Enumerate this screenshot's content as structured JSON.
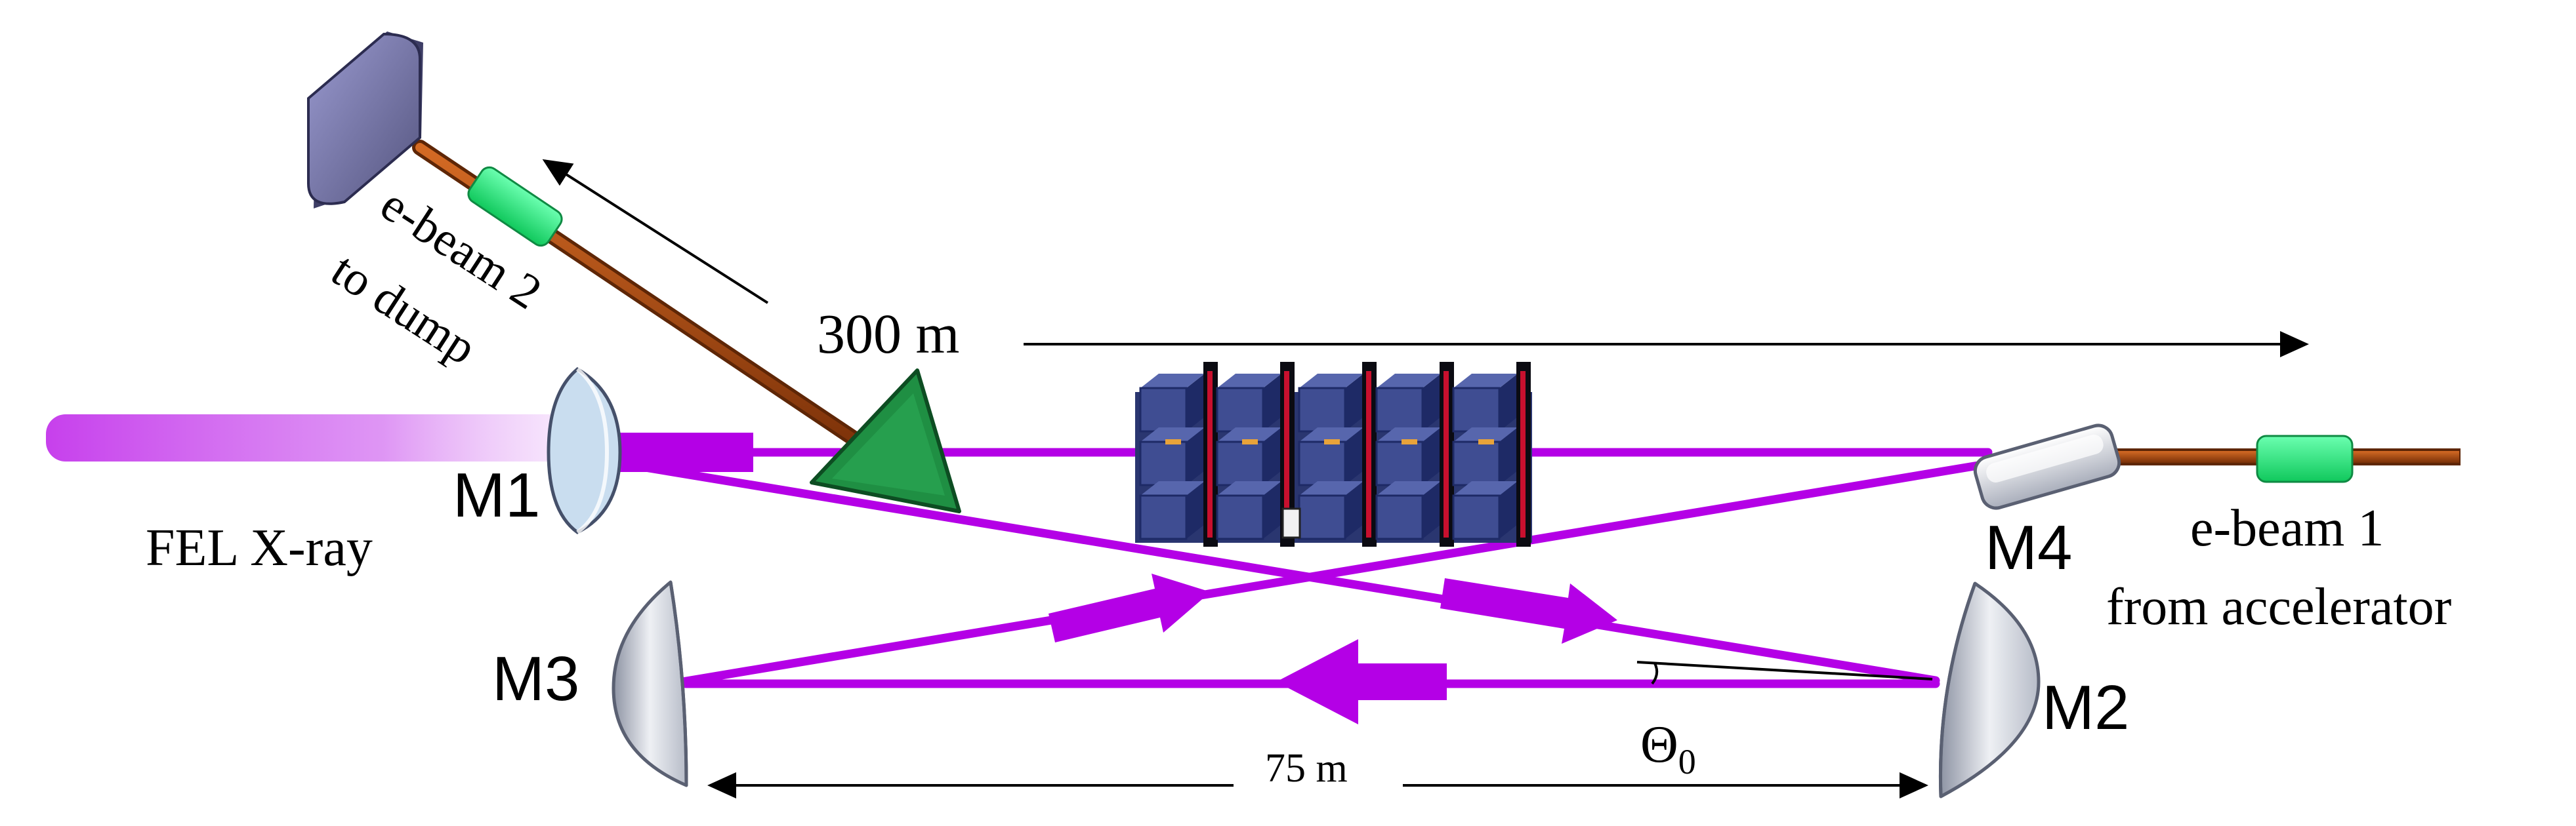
{
  "labels": {
    "ebeam2_line1": "e-beam 2",
    "ebeam2_line2": "to dump",
    "length_300": "300 m",
    "m1": "M1",
    "fel_xray": "FEL X-ray",
    "m4": "M4",
    "ebeam1_line1": "e-beam 1",
    "ebeam1_line2": "from accelerator",
    "m3": "M3",
    "m2": "M2",
    "theta_base": "Θ",
    "theta_sub": "0",
    "length_75": "75 m"
  },
  "colors": {
    "laser": "#b400e6",
    "laser_light": "#cf66f0",
    "ebeam_copper": "#a84a12",
    "ebeam_dark": "#5e2606",
    "detector_green": "#19e870",
    "prism_green": "#1f8f43",
    "undulator_blue": "#3f4d92",
    "undulator_face": "#5766ad",
    "undulator_dark": "#1e2a66",
    "magnet_red": "#c8102e",
    "dump_block": "#6c6ca0",
    "mirror_silver": "#c8ccd4",
    "mirror_light": "#eef0f4",
    "mirror_edge": "#5a6072"
  }
}
